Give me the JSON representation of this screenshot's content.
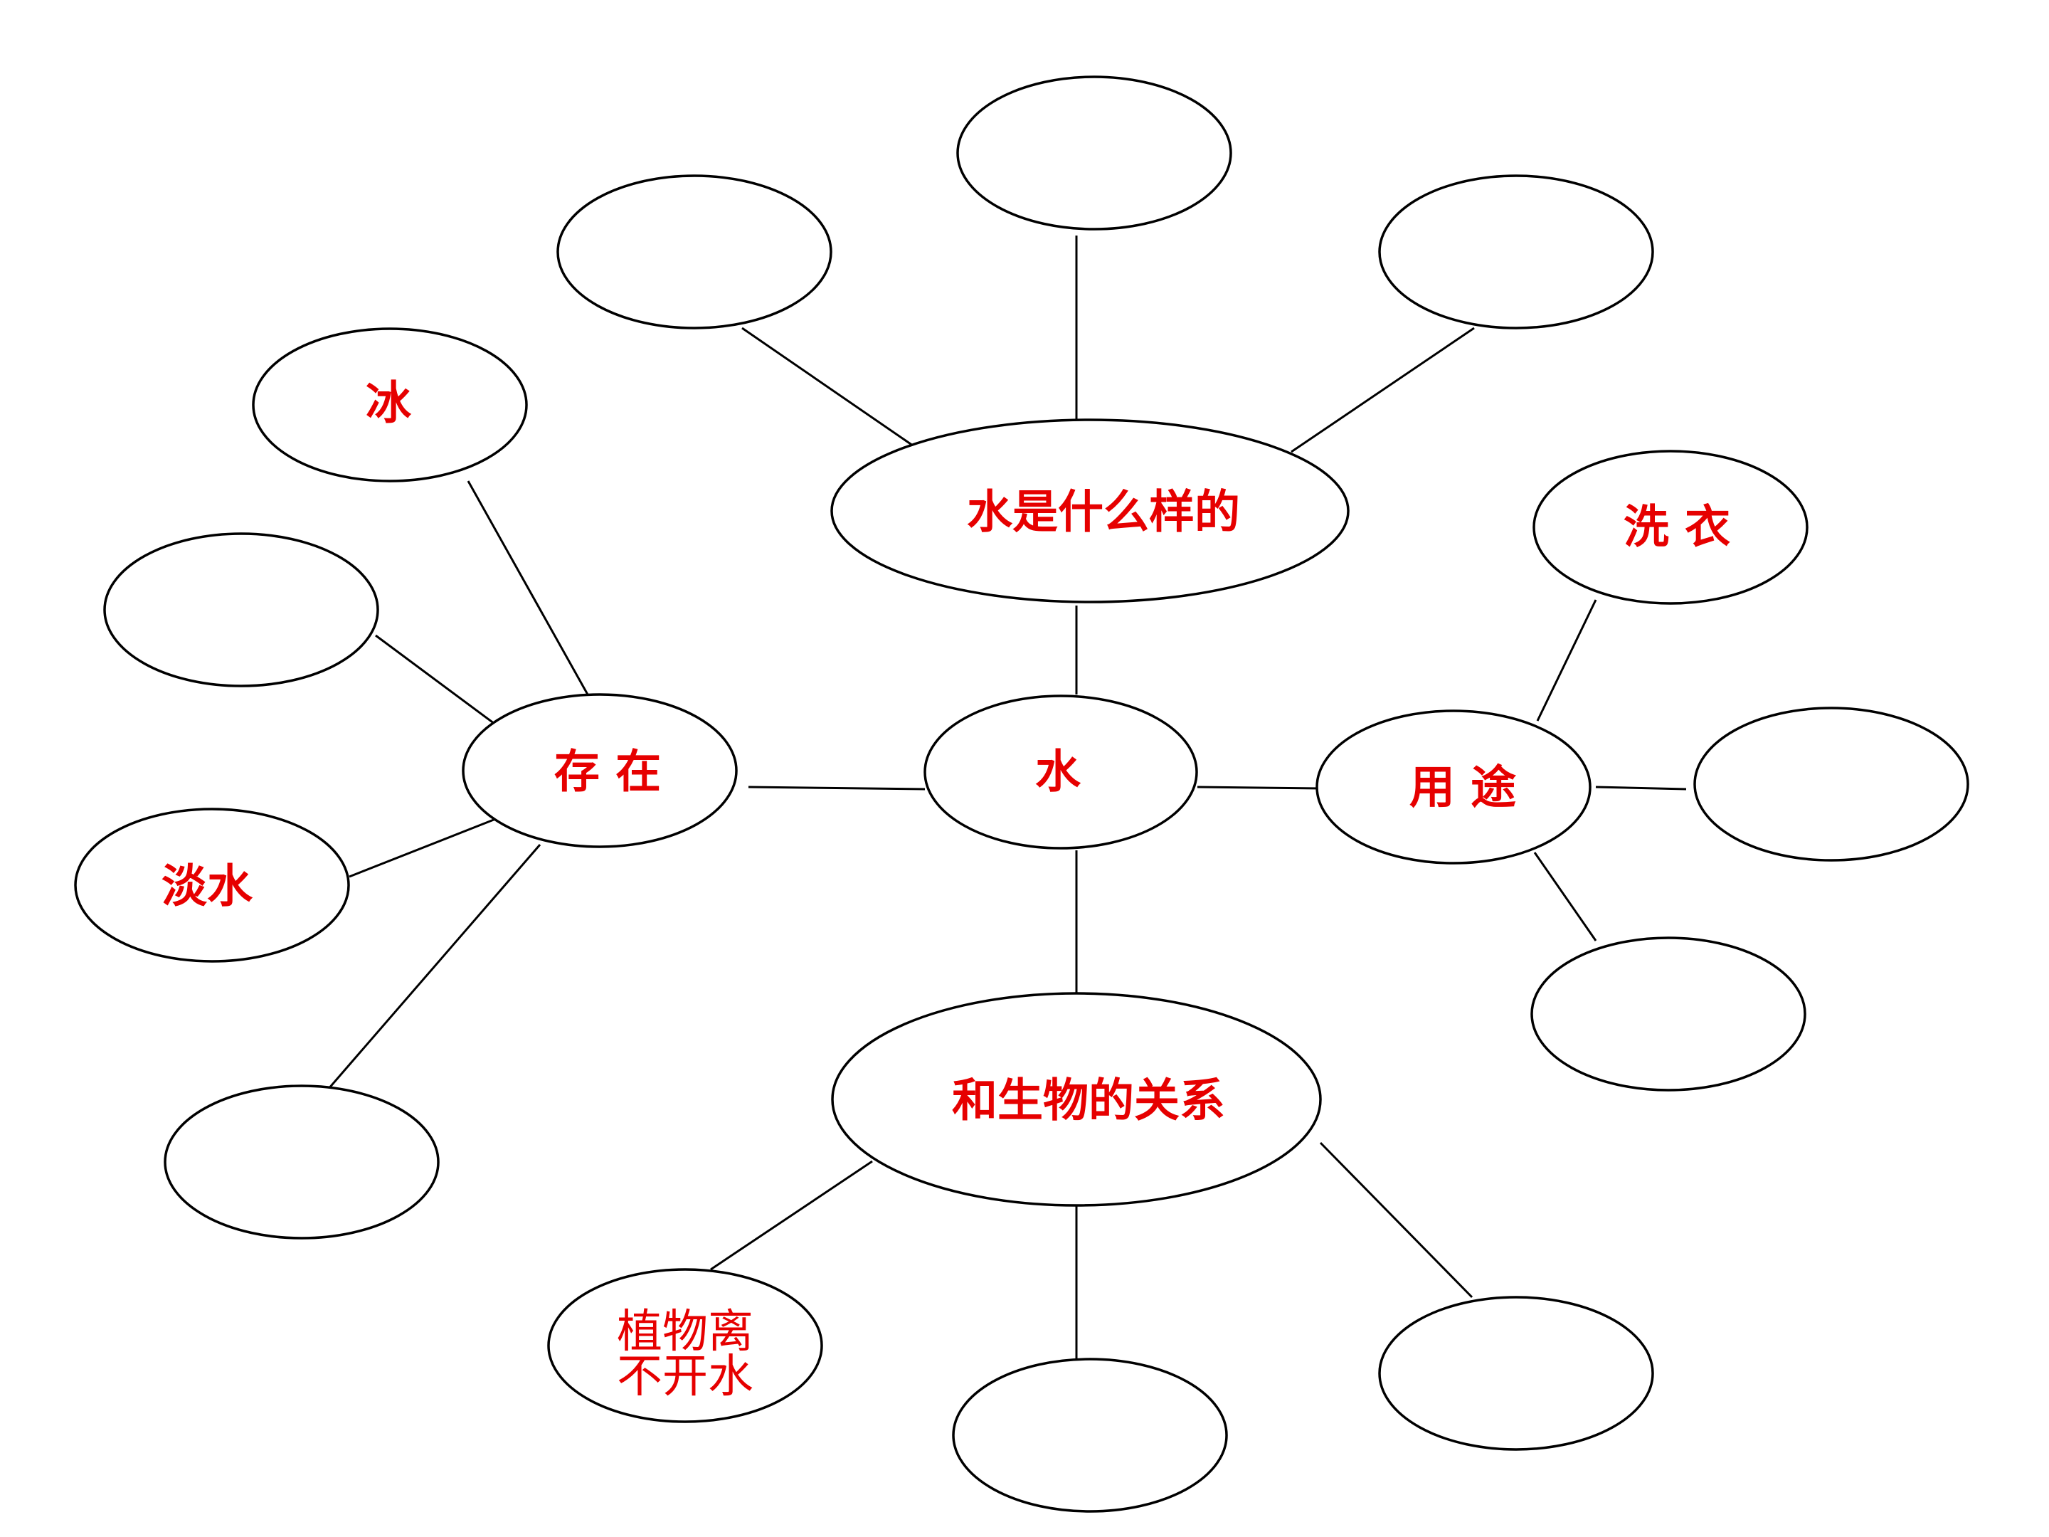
{
  "center": {
    "label": "水"
  },
  "branches": {
    "appearance": {
      "label": "水是什么样的"
    },
    "existence": {
      "label": "存 在"
    },
    "uses": {
      "label": "用 途"
    },
    "relation": {
      "label": "和生物的关系"
    }
  },
  "leaves": {
    "ice": "冰",
    "fresh_water": "淡水",
    "washing": "洗 衣",
    "plants_line1": "植物离",
    "plants_line2": "不开水"
  },
  "colors": {
    "label": "#e60000",
    "outline": "#000000"
  }
}
